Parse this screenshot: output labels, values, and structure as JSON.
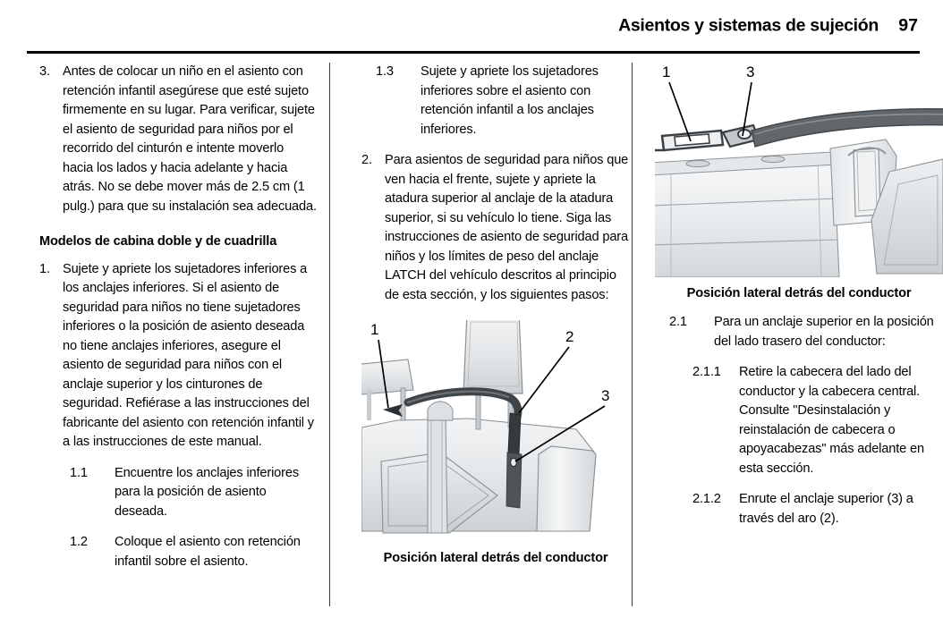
{
  "header": {
    "title": "Asientos y sistemas de sujeción",
    "page_number": "97"
  },
  "column1": {
    "item3": {
      "marker": "3.",
      "text": "Antes de colocar un niño en el asiento con retención infantil asegúrese que esté sujeto firmemente en su lugar. Para verificar, sujete el asiento de seguridad para niños por el recorrido del cinturón e intente moverlo hacia los lados y hacia adelante y hacia atrás. No se debe mover más de 2.5 cm (1 pulg.) para que su instalación sea adecuada."
    },
    "heading": "Modelos de cabina doble y de cuadrilla",
    "item1": {
      "marker": "1.",
      "text": "Sujete y apriete los sujetadores inferiores a los anclajes inferiores. Si el asiento de seguridad para niños no tiene sujetadores inferiores o la posición de asiento deseada no tiene anclajes inferiores, asegure el asiento de seguridad para niños con el anclaje superior y los cinturones de seguridad. Refiérase a las instrucciones del fabricante del asiento con retención infantil y a las instrucciones de este manual."
    },
    "item1_1": {
      "marker": "1.1",
      "text": "Encuentre los anclajes inferiores para la posición de asiento deseada."
    },
    "item1_2": {
      "marker": "1.2",
      "text": "Coloque el asiento con retención infantil sobre el asiento."
    }
  },
  "column2": {
    "item1_3": {
      "marker": "1.3",
      "text": "Sujete y apriete los sujetadores inferiores sobre el asiento con retención infantil a los anclajes inferiores."
    },
    "item2": {
      "marker": "2.",
      "text": "Para asientos de seguridad para niños que ven hacia el frente, sujete y apriete la atadura superior al anclaje de la atadura superior, si su vehículo lo tiene. Siga las instrucciones de asiento de seguridad para niños y los límites de peso del anclaje LATCH del vehículo descritos al principio de esta sección, y los siguientes pasos:"
    },
    "figure": {
      "caption": "Posición lateral detrás del conductor",
      "callouts": [
        "1",
        "2",
        "3"
      ],
      "alt": "seat-headrest-tether-anchor-illustration"
    }
  },
  "column3": {
    "figure": {
      "caption": "Posición lateral detrás del conductor",
      "callouts": [
        "1",
        "3"
      ],
      "alt": "rear-seatback-tether-strap-illustration"
    },
    "item2_1": {
      "marker": "2.1",
      "text": "Para un anclaje superior en la posición del lado trasero del conductor:"
    },
    "item2_1_1": {
      "marker": "2.1.1",
      "text": "Retire la cabecera del lado del conductor y la cabecera central. Consulte \"Desinstalación y reinstalación de cabecera o apoyacabezas\" más adelante en esta sección."
    },
    "item2_1_2": {
      "marker": "2.1.2",
      "text": "Enrute el anclaje superior (3) a través del aro (2)."
    }
  },
  "colors": {
    "text": "#000000",
    "rule": "#000000",
    "divider": "#3a3a3a",
    "illustration_fill": "#e9ebec",
    "illustration_stroke": "#6d7275",
    "strap_dark": "#4c5154"
  }
}
